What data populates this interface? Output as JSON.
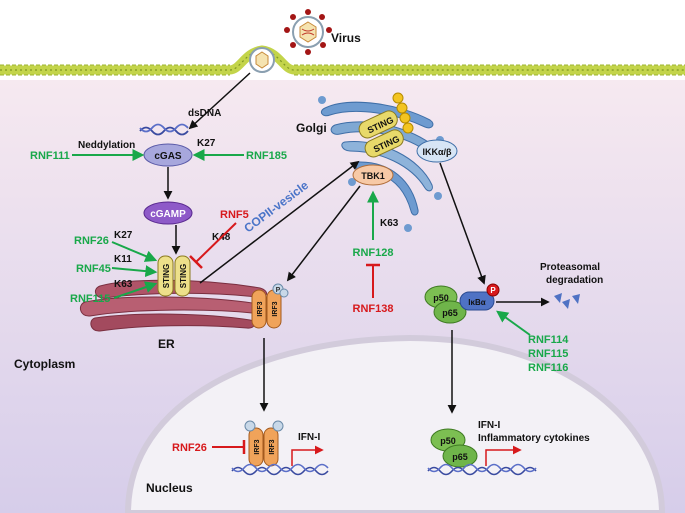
{
  "labels": {
    "virus": "Virus",
    "dsdna": "dsDNA",
    "golgi": "Golgi",
    "neddylation": "Neddylation",
    "k27_cgas": "K27",
    "rnf111": "RNF111",
    "rnf185": "RNF185",
    "cgas": "cGAS",
    "cgamp": "cGAMP",
    "rnf5": "RNF5",
    "copii": "COPII-vesicle",
    "k27_sting": "K27",
    "k48": "K48",
    "k11": "K11",
    "k63_sting": "K63",
    "rnf26_sting": "RNF26",
    "rnf45": "RNF45",
    "rnf115_sting": "RNF115",
    "sting": "STING",
    "er": "ER",
    "cytoplasm": "Cytoplasm",
    "tbk1": "TBK1",
    "ikk": "IKKα/β",
    "k63_tbk1": "K63",
    "rnf128": "RNF128",
    "rnf138": "RNF138",
    "irf3": "IRF3",
    "p50": "p50",
    "p65": "p65",
    "ikba": "IκBα",
    "phospho": "P",
    "proteasomal1": "Proteasomal",
    "proteasomal2": "degradation",
    "rnf114": "RNF114",
    "rnf115_nfkb": "RNF115",
    "rnf116": "RNF116",
    "nucleus": "Nucleus",
    "rnf26_nuc": "RNF26",
    "ifn": "IFN-I",
    "ifn2": "IFN-I",
    "cytokines": "Inflammatory cytokines"
  },
  "colors": {
    "activation": "#19a84a",
    "inhibition": "#d7191c",
    "black": "#111111",
    "membrane": "#b5c93a",
    "cytoplasm_top": "#f6e9f0",
    "cytoplasm_bottom": "#d8d0ec",
    "nucleus": "#f2f0f5",
    "sting": "#e8d96a",
    "irf3": "#f0a35a",
    "nfkb": "#6fb54a",
    "ikba": "#4f72c4",
    "cgas": "#9e9ed8",
    "cgamp": "#8e5ac8",
    "tbk1": "#f7c9a6",
    "ikk": "#cfe0f4",
    "golgi": "#7fa8d3",
    "er": "#b05468",
    "dna": "#3a4ba0",
    "copii_text": "#4a74c8"
  }
}
